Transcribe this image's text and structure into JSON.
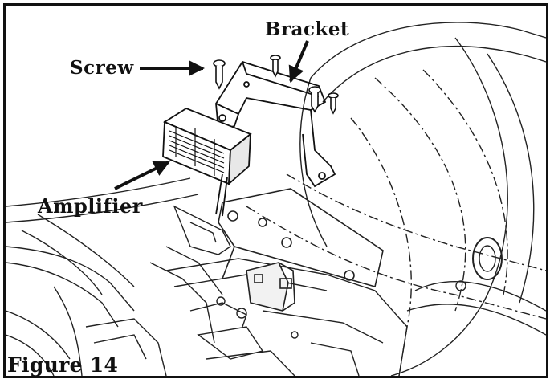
{
  "figure": {
    "caption": "Figure 14"
  },
  "callouts": {
    "bracket": "Bracket",
    "screw": "Screw",
    "amplifier": "Amplifier"
  },
  "colors": {
    "line": "#111111",
    "background": "#ffffff",
    "border": "#111111"
  },
  "icons": [
    "arrow-icon"
  ]
}
